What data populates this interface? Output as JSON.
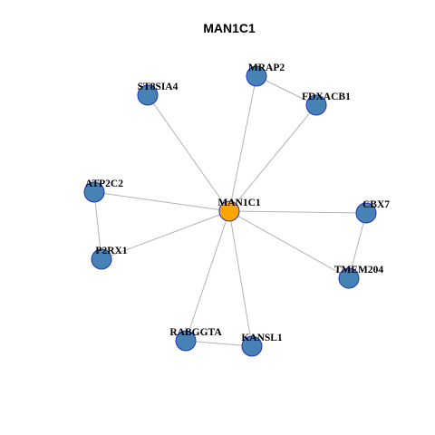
{
  "title": "MAN1C1",
  "colors": {
    "hub_fill": "#FFA500",
    "node_fill": "#4682B4",
    "node_border": "#2233BB",
    "edge": "#B3B3B3"
  },
  "nodes": [
    {
      "id": "MAN1C1",
      "label": "MAN1C1",
      "type": "hub"
    },
    {
      "id": "MRAP2",
      "label": "MRAP2",
      "type": "neighbor"
    },
    {
      "id": "FDXACB1",
      "label": "FDXACB1",
      "type": "neighbor"
    },
    {
      "id": "ST8SIA4",
      "label": "ST8SIA4",
      "type": "neighbor"
    },
    {
      "id": "ATP2C2",
      "label": "ATP2C2",
      "type": "neighbor"
    },
    {
      "id": "P2RX1",
      "label": "P2RX1",
      "type": "neighbor"
    },
    {
      "id": "CBX7",
      "label": "CBX7",
      "type": "neighbor"
    },
    {
      "id": "TMEM204",
      "label": "TMEM204",
      "type": "neighbor"
    },
    {
      "id": "RABGGTA",
      "label": "RABGGTA",
      "type": "neighbor"
    },
    {
      "id": "KANSL1",
      "label": "KANSL1",
      "type": "neighbor"
    }
  ],
  "edges": [
    [
      "MAN1C1",
      "MRAP2"
    ],
    [
      "MAN1C1",
      "FDXACB1"
    ],
    [
      "MAN1C1",
      "ST8SIA4"
    ],
    [
      "MAN1C1",
      "ATP2C2"
    ],
    [
      "MAN1C1",
      "P2RX1"
    ],
    [
      "MAN1C1",
      "CBX7"
    ],
    [
      "MAN1C1",
      "TMEM204"
    ],
    [
      "MAN1C1",
      "RABGGTA"
    ],
    [
      "MAN1C1",
      "KANSL1"
    ],
    [
      "MRAP2",
      "FDXACB1"
    ],
    [
      "ATP2C2",
      "P2RX1"
    ],
    [
      "CBX7",
      "TMEM204"
    ],
    [
      "RABGGTA",
      "KANSL1"
    ]
  ]
}
